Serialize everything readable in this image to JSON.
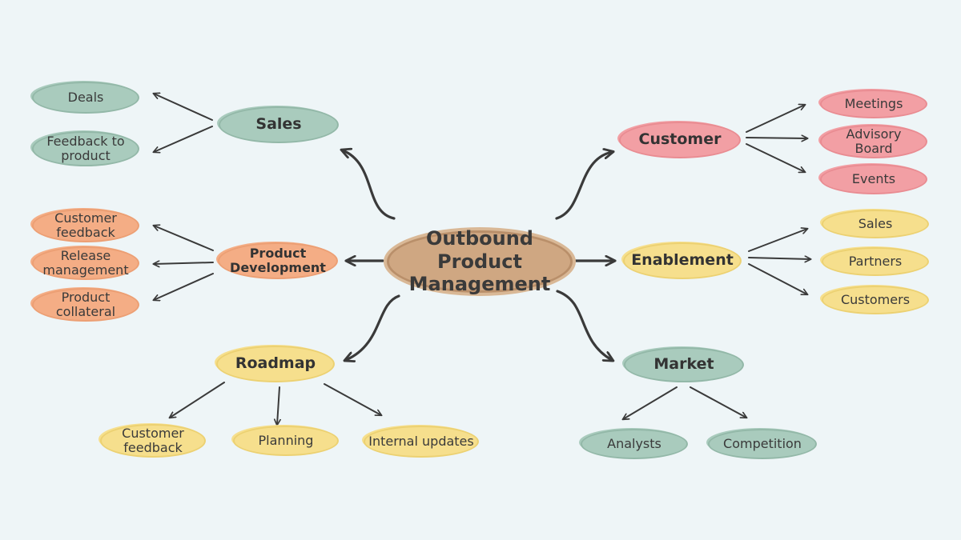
{
  "center": {
    "label": "Outbound Product\nManagement"
  },
  "colors": {
    "green": "#a9cbbd",
    "orange": "#f4ad85",
    "yellow": "#f6df8d",
    "pink": "#f29fa4",
    "brown": "#cfa782",
    "arrow": "#3a3a3a",
    "background": "#eef5f7"
  },
  "hubs": {
    "sales": "Sales",
    "product_development": "Product\nDevelopment",
    "roadmap": "Roadmap",
    "customer": "Customer",
    "enablement": "Enablement",
    "market": "Market"
  },
  "leaves": {
    "sales": [
      "Deals",
      "Feedback to\nproduct"
    ],
    "product_development": [
      "Customer\nfeedback",
      "Release\nmanagement",
      "Product\ncollateral"
    ],
    "roadmap": [
      "Customer\nfeedback",
      "Planning",
      "Internal updates"
    ],
    "customer": [
      "Meetings",
      "Advisory\nBoard",
      "Events"
    ],
    "enablement": [
      "Sales",
      "Partners",
      "Customers"
    ],
    "market": [
      "Analysts",
      "Competition"
    ]
  }
}
